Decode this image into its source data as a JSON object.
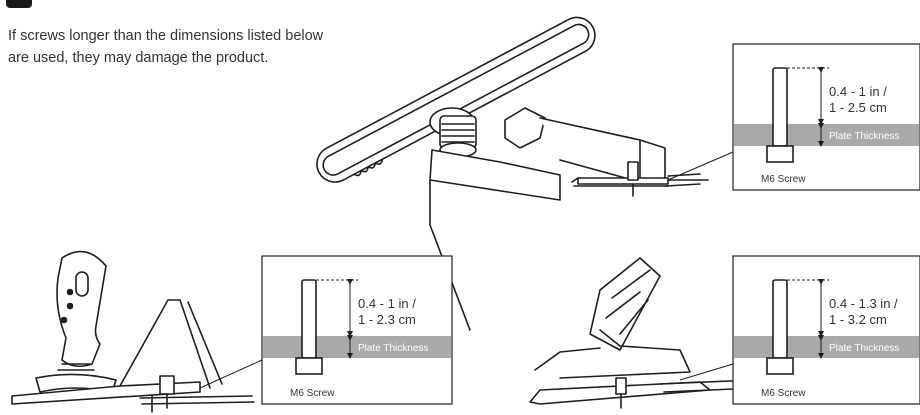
{
  "notice": {
    "line1": "If screws longer than the dimensions listed below",
    "line2": "are used, they may damage the product."
  },
  "callouts": [
    {
      "length_imperial": "0.4 - 1 in /",
      "length_metric": "1 - 2.5 cm",
      "plate_label": "Plate Thickness",
      "screw_label": "M6 Screw",
      "device": "steering-wheel"
    },
    {
      "length_imperial": "0.4 - 1 in /",
      "length_metric": "1 - 2.3 cm",
      "plate_label": "Plate Thickness",
      "screw_label": "M6 Screw",
      "device": "joystick"
    },
    {
      "length_imperial": "0.4 - 1.3 in /",
      "length_metric": "1 - 3.2 cm",
      "plate_label": "Plate Thickness",
      "screw_label": "M6 Screw",
      "device": "pedal"
    }
  ],
  "colors": {
    "line": "#1e1e1e",
    "plate_band": "#a9a9a9",
    "plate_text": "#ffffff",
    "text": "#333333"
  }
}
